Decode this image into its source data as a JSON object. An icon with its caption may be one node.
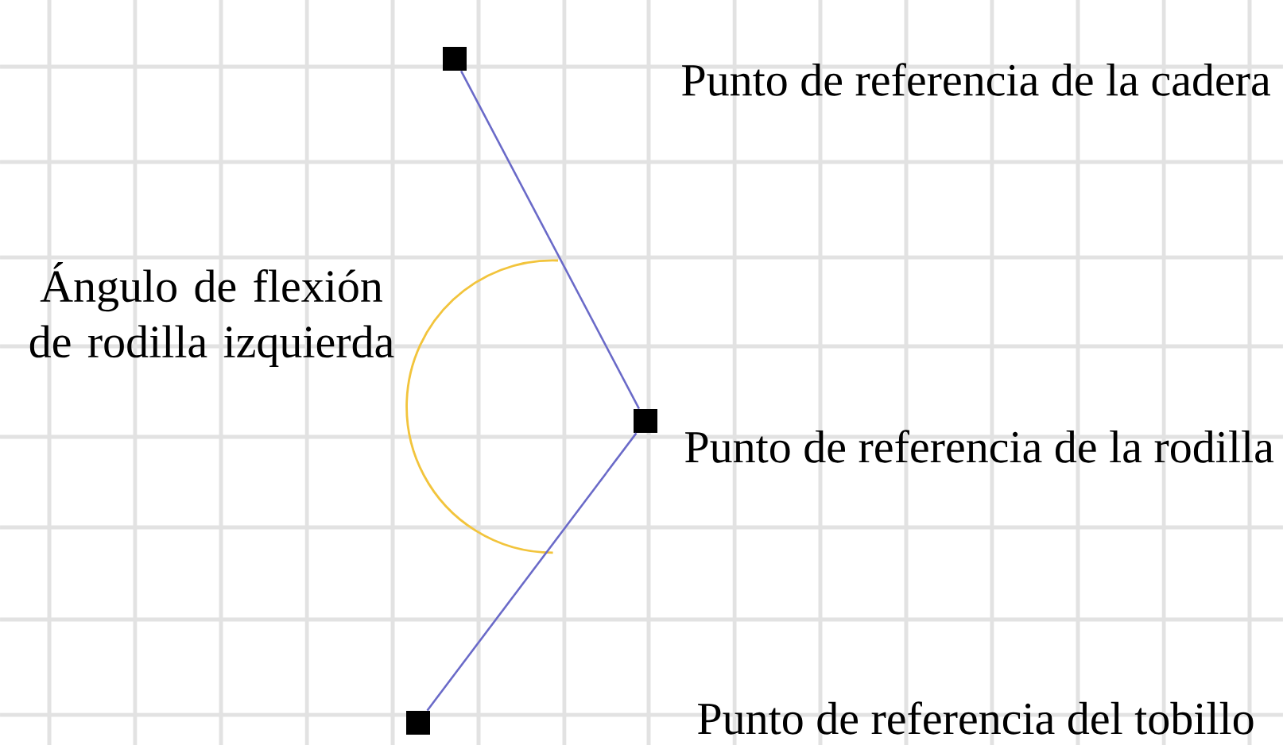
{
  "diagram": {
    "nodes": [
      {
        "text": [],
        "shape": "box"
      },
      {
        "text": [],
        "shape": "box"
      },
      {
        "text": [],
        "shape": "box"
      }
    ],
    "edges": [
      {
        "from": 0,
        "to": 1,
        "arrow": "none"
      },
      {
        "from": 1,
        "to": 2,
        "arrow": "none"
      }
    ],
    "labels": [
      "Punto de referencia de la cadera",
      "Ángulo de flexión de rodilla izquierda",
      "Punto de referencia de la rodilla",
      "Punto de referencia del tobillo"
    ]
  }
}
